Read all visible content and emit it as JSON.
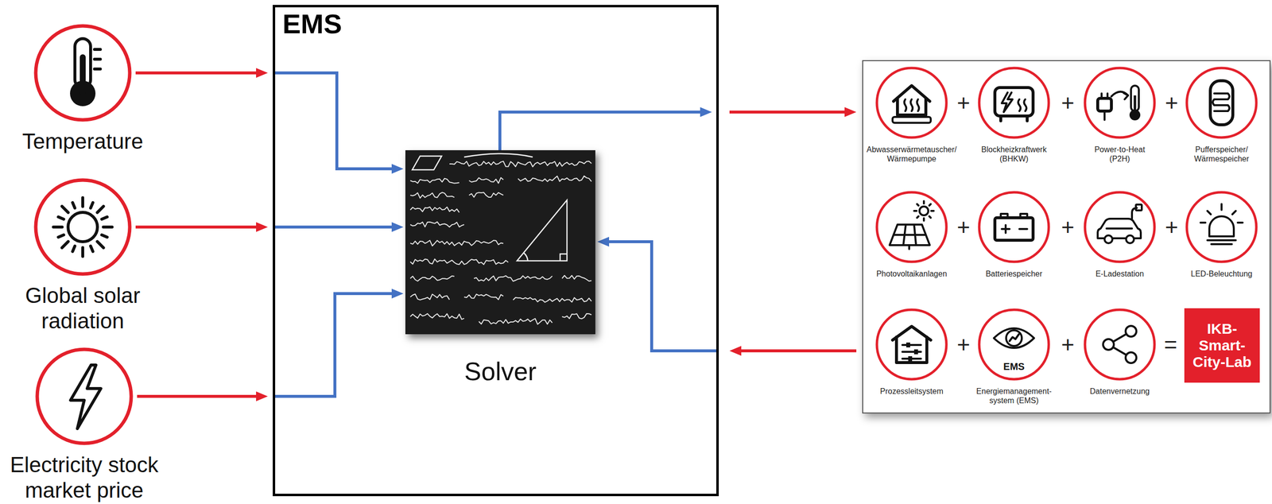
{
  "diagram": {
    "nodes": [
      {
        "text": [
          "Temperature"
        ]
      },
      {
        "text": [
          "Global solar radiation"
        ]
      },
      {
        "text": [
          "Electricity stock market price"
        ]
      },
      {
        "text": [
          "EMS"
        ]
      },
      {
        "text": [
          "Solver"
        ],
        "in": 3
      },
      {
        "text": []
      },
      {
        "text": [
          "Abwasserwärmetauscher/ Wärmepumpe"
        ],
        "in": 5
      },
      {
        "text": [
          "Blockheizkraftwerk (BHKW)"
        ],
        "in": 5
      },
      {
        "text": [
          "Power-to-Heat (P2H)"
        ],
        "in": 5
      },
      {
        "text": [
          "Pufferspeicher/ Wärmespeicher"
        ],
        "in": 5
      },
      {
        "text": [
          "Photovoltaikanlagen"
        ],
        "in": 5
      },
      {
        "text": [
          "Batteriespeicher"
        ],
        "in": 5
      },
      {
        "text": [
          "E-Ladestation"
        ],
        "in": 5
      },
      {
        "text": [
          "LED-Beleuchtung"
        ],
        "in": 5
      },
      {
        "text": [
          "Prozessleitsystem"
        ],
        "in": 5
      },
      {
        "text": [
          "EMS",
          "Energiemanagement- system (EMS)"
        ],
        "in": 5
      },
      {
        "text": [
          "Datenvernetzung"
        ],
        "in": 5
      },
      {
        "text": [
          "IKB- Smart- City-Lab"
        ],
        "in": 5
      }
    ],
    "edges": [
      {
        "from": 0,
        "to": 4,
        "arrow": "to"
      },
      {
        "from": 1,
        "to": 4,
        "arrow": "to"
      },
      {
        "from": 2,
        "to": 4,
        "arrow": "to"
      },
      {
        "from": 4,
        "to": 5,
        "arrow": "to"
      },
      {
        "from": 5,
        "to": 4,
        "arrow": "to"
      }
    ],
    "labels": [
      "+",
      "+",
      "+",
      "+",
      "+",
      "+",
      "+",
      "+",
      "="
    ]
  }
}
